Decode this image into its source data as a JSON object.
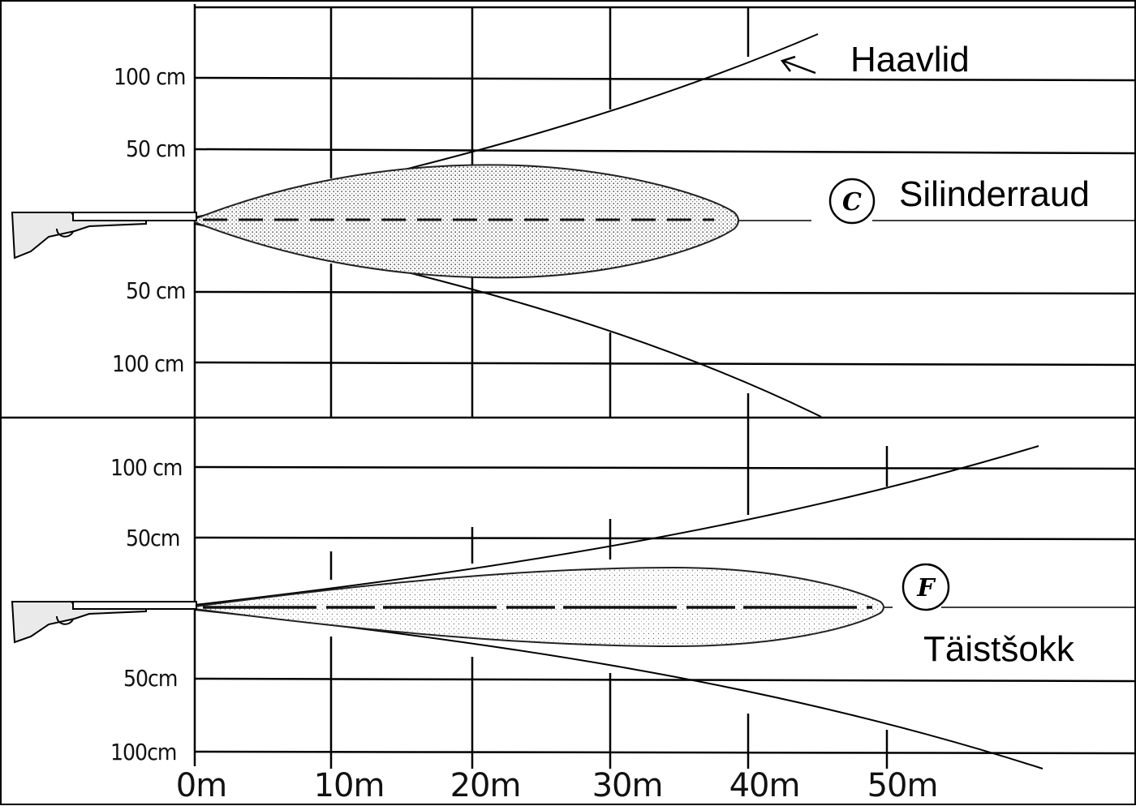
{
  "upper": {
    "y_labels": [
      "100 cm",
      "50 cm",
      "50 cm",
      "100 cm"
    ],
    "pattern_label": "Haavlid",
    "choke_badge": "C",
    "choke_label": "Silinderraud"
  },
  "lower": {
    "y_labels": [
      "100 cm",
      "50cm",
      "50cm",
      "100cm"
    ],
    "choke_badge": "F",
    "choke_label": "Täistšokk"
  },
  "x_labels": [
    "0m",
    "10m",
    "20m",
    "30m",
    "40m",
    "50m"
  ]
}
